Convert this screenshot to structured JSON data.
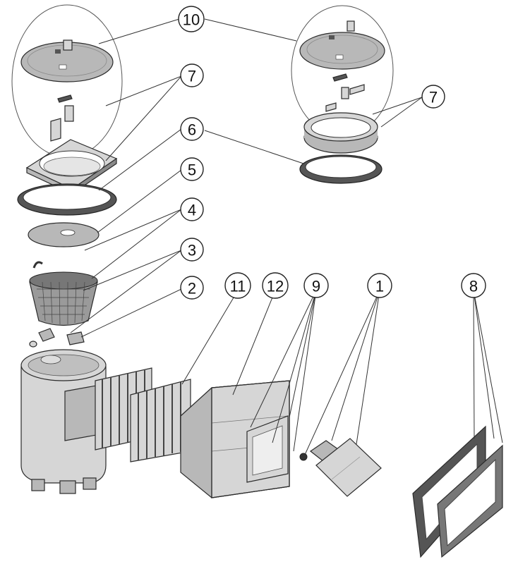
{
  "callouts": {
    "c10": "10",
    "c7a": "7",
    "c7b": "7",
    "c6": "6",
    "c5": "5",
    "c4": "4",
    "c3": "3",
    "c2": "2",
    "c11": "11",
    "c12": "12",
    "c9": "9",
    "c1": "1",
    "c8": "8"
  },
  "colors": {
    "line": "#222222",
    "part_light": "#d6d6d6",
    "part_mid": "#b8b8b8",
    "part_dark": "#8a8a8a"
  }
}
